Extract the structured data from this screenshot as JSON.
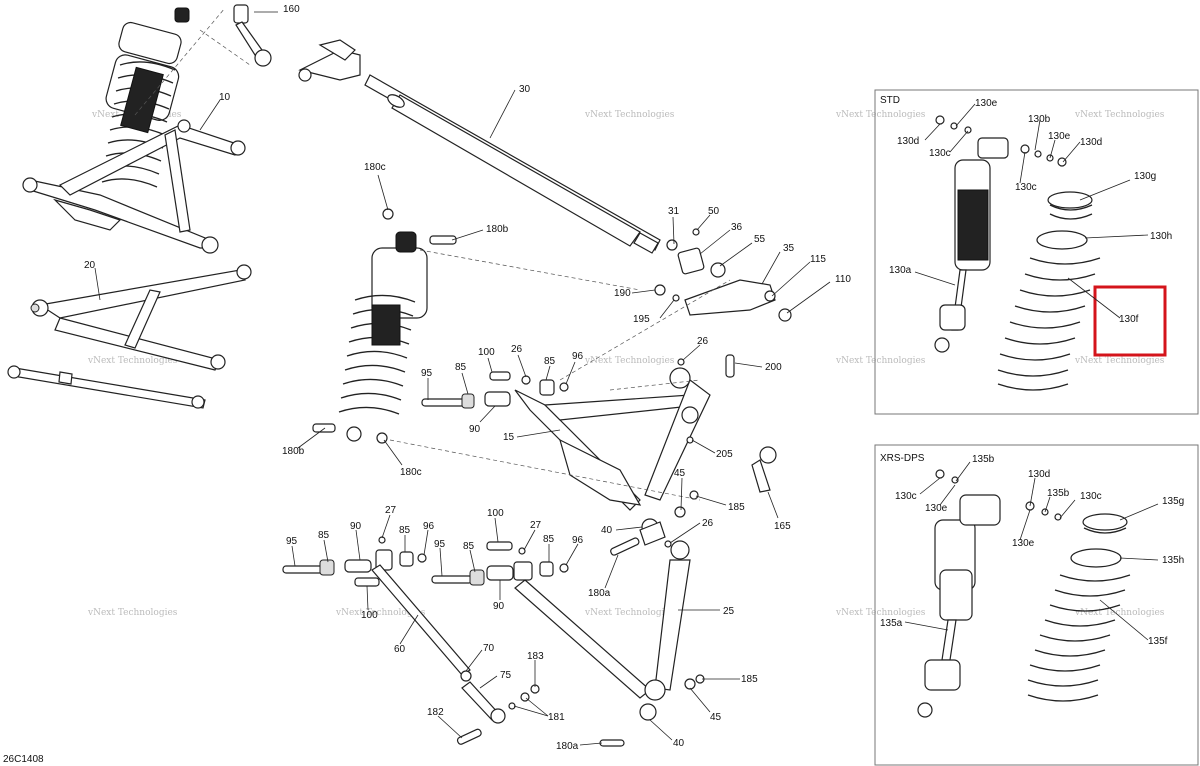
{
  "diagram_code": "26C1408",
  "watermark": [
    "vNext",
    "Technologies"
  ],
  "watermark_line": "vNext Technologies",
  "panels": {
    "std": {
      "title": "STD"
    },
    "xrs": {
      "title": "XRS-DPS"
    }
  },
  "highlight": {
    "label": "130f",
    "color": "#d4141b"
  },
  "labels": {
    "l160": "160",
    "l10": "10",
    "l30": "30",
    "l20": "20",
    "l180c_a": "180c",
    "l180b_a": "180b",
    "l180b_b": "180b",
    "l180c_b": "180c",
    "l31": "31",
    "l50": "50",
    "l36": "36",
    "l55": "55",
    "l35": "35",
    "l115": "115",
    "l110": "110",
    "l190": "190",
    "l195": "195",
    "l100_a": "100",
    "l26_a": "26",
    "l85_a": "85",
    "l85_b": "85",
    "l96_a": "96",
    "l95_a": "95",
    "l90_a": "90",
    "l15": "15",
    "l26_b": "26",
    "l200": "200",
    "l205": "205",
    "l45_a": "45",
    "l185_a": "185",
    "l165": "165",
    "l40_a": "40",
    "l26_c": "26",
    "l180a_a": "180a",
    "l25": "25",
    "l27_a": "27",
    "l90_b": "90",
    "l85_c": "85",
    "l85_d": "85",
    "l96_b": "96",
    "l95_b": "95",
    "l100_b": "100",
    "l60": "60",
    "l100_c": "100",
    "l27_b": "27",
    "l85_e": "85",
    "l96_c": "96",
    "l95_c": "95",
    "l90_c": "90",
    "l70": "70",
    "l75": "75",
    "l183": "183",
    "l181": "181",
    "l182": "182",
    "l185_b": "185",
    "l45_b": "45",
    "l40_b": "40",
    "l180a_b": "180a",
    "l130e_a": "130e",
    "l130d_a": "130d",
    "l130c_a": "130c",
    "l130b": "130b",
    "l130e_b": "130e",
    "l130d_b": "130d",
    "l130c_b": "130c",
    "l130g": "130g",
    "l130h": "130h",
    "l130a": "130a",
    "l135b_a": "135b",
    "l130c_c": "130c",
    "l130e_c": "130e",
    "l130d_c": "130d",
    "l135b_b": "135b",
    "l130c_d": "130c",
    "l130e_d": "130e",
    "l135g": "135g",
    "l135h": "135h",
    "l135a": "135a",
    "l135f": "135f"
  }
}
